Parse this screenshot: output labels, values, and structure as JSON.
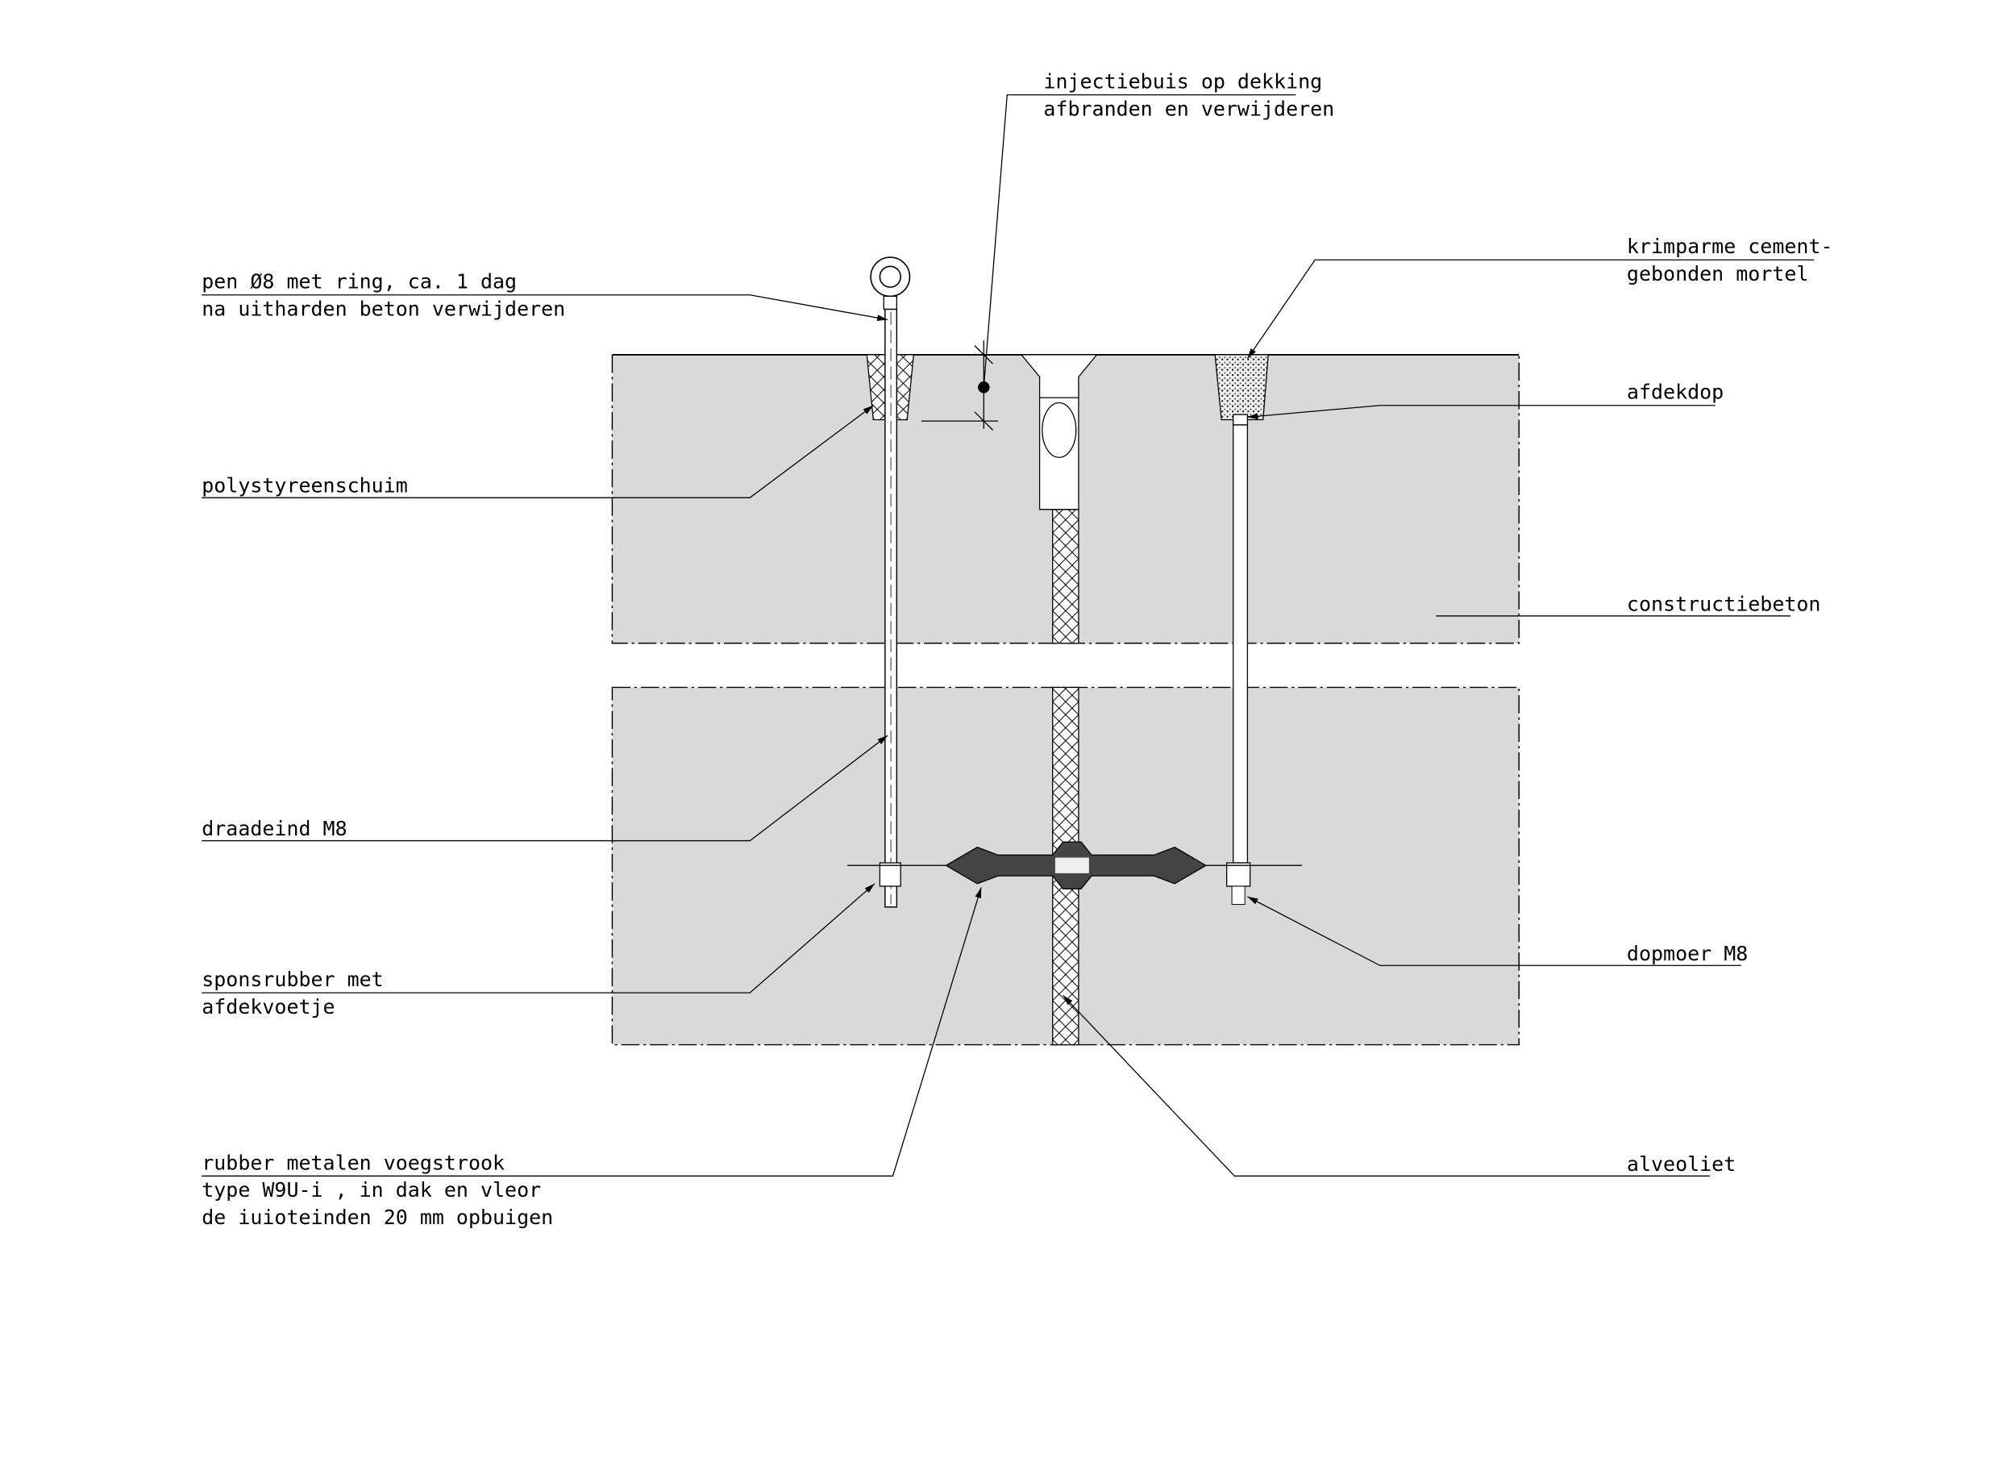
{
  "labels": {
    "injection_tube": [
      "injectiebuis op dekking",
      "afbranden en verwijderen"
    ],
    "pin": [
      "pen Ø8 met ring, ca. 1 dag",
      "na uitharden beton verwijderen"
    ],
    "polystyrene": "polystyreenschuim",
    "threaded_end": "draadeind M8",
    "sponge_rubber": [
      "sponsrubber met",
      "afdekvoetje"
    ],
    "waterstop": [
      "rubber metalen voegstrook",
      "type W9U-i , in dak en vleor",
      "de iuioteinden 20 mm opbuigen"
    ],
    "mortar": [
      "krimparme cement-",
      "gebonden mortel"
    ],
    "cap": "afdekdop",
    "concrete": "constructiebeton",
    "cap_nut": "dopmoer M8",
    "alveolit": "alveoliet"
  },
  "colors": {
    "concrete": "#d9d9d9",
    "rubber": "#444444"
  }
}
